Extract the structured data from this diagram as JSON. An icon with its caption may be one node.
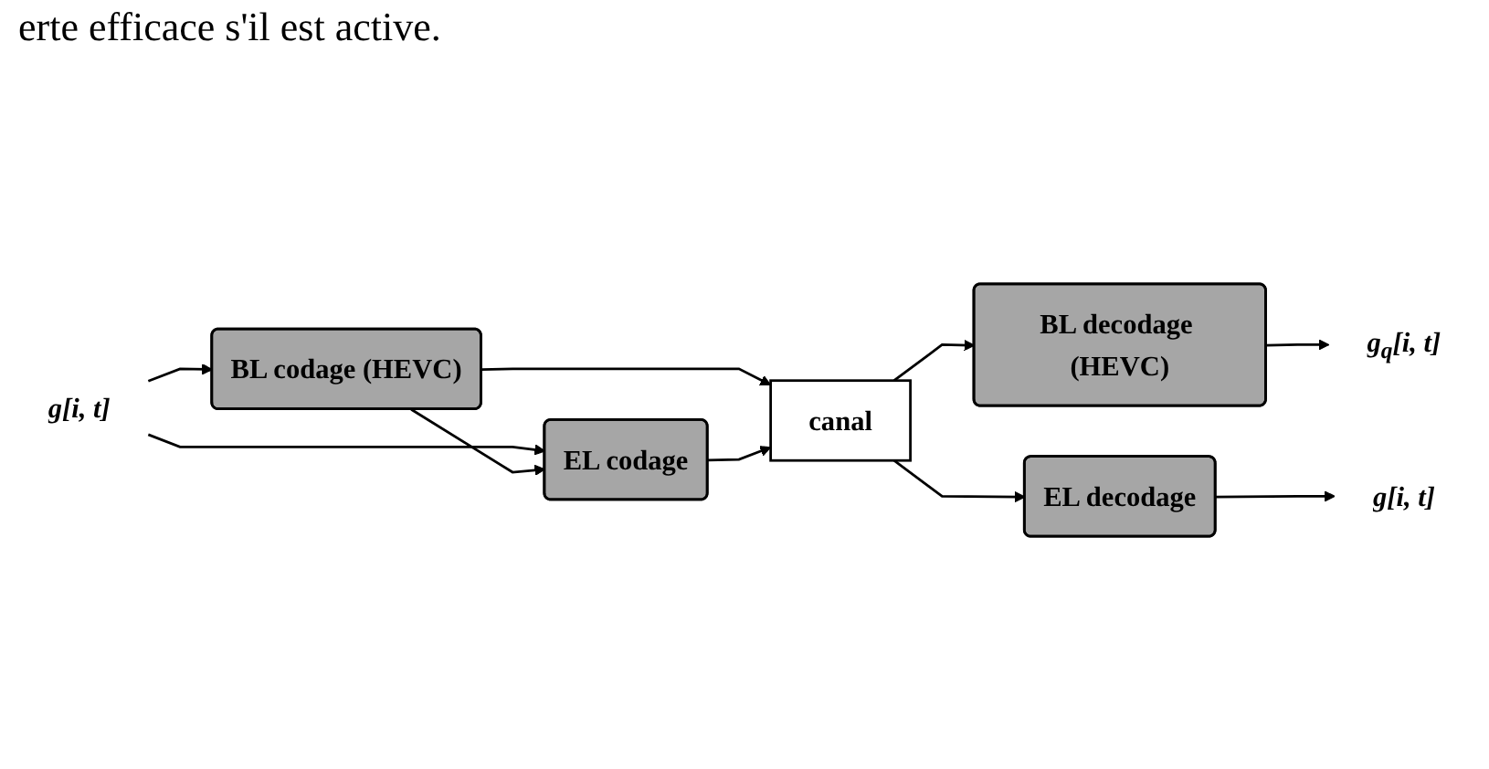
{
  "diagram": {
    "nodes": [
      {
        "text": [
          "g[i, t]"
        ]
      },
      {
        "text": [
          "BL codage (HEVC)"
        ]
      },
      {
        "text": [
          "EL codage"
        ]
      },
      {
        "text": [
          "canal"
        ]
      },
      {
        "text": [
          "BL decodage (HEVC)"
        ]
      },
      {
        "text": [
          "EL decodage"
        ]
      },
      {
        "text": [
          "g$_{q}$[i, t]"
        ]
      },
      {
        "text": [
          "g[i, t]"
        ]
      }
    ],
    "edges": [
      {
        "from": 0,
        "to": 1,
        "arrow": "to"
      },
      {
        "from": 0,
        "to": 2,
        "arrow": "to"
      },
      {
        "from": 1,
        "to": 2,
        "arrow": "to"
      },
      {
        "from": 1,
        "to": 3,
        "arrow": "to"
      },
      {
        "from": 2,
        "to": 3,
        "arrow": "to"
      },
      {
        "from": 3,
        "to": 4,
        "arrow": "to"
      },
      {
        "from": 3,
        "to": 5,
        "arrow": "to"
      },
      {
        "from": 4,
        "to": 6,
        "arrow": "to"
      },
      {
        "from": 5,
        "to": 7,
        "arrow": "to"
      }
    ],
    "labels": [
      "erte efficace s'il est active."
    ]
  }
}
